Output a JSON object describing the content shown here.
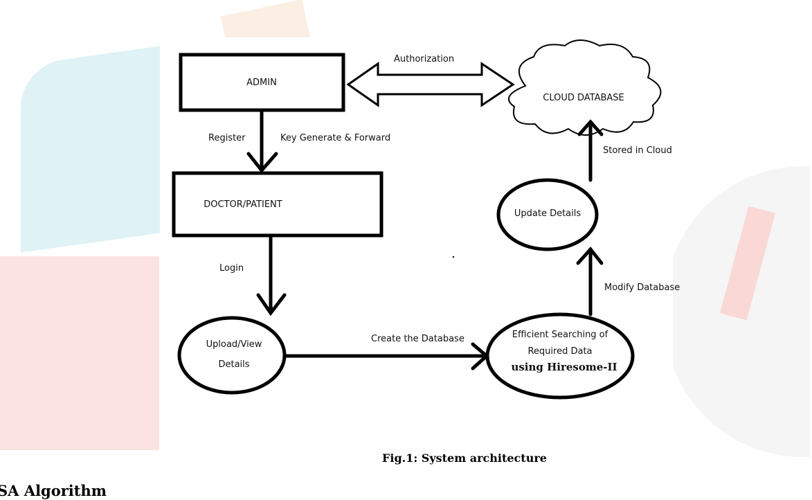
{
  "nodes": {
    "admin": "ADMIN",
    "cloud": "CLOUD DATABASE",
    "doctor": "DOCTOR/PATIENT",
    "update": "Update Details",
    "upload_line1": "Upload/View",
    "upload_line2": "Details",
    "search_line1": "Efficient Searching of",
    "search_line2": "Required Data",
    "search_line3": "using Hiresome-II"
  },
  "edges": {
    "authorization": "Authorization",
    "register": "Register",
    "key": "Key Generate & Forward",
    "login": "Login",
    "create": "Create the Database",
    "modify": "Modify Database",
    "stored": "Stored in Cloud"
  },
  "caption": "Fig.1: System architecture",
  "section_heading": "SA Algorithm"
}
